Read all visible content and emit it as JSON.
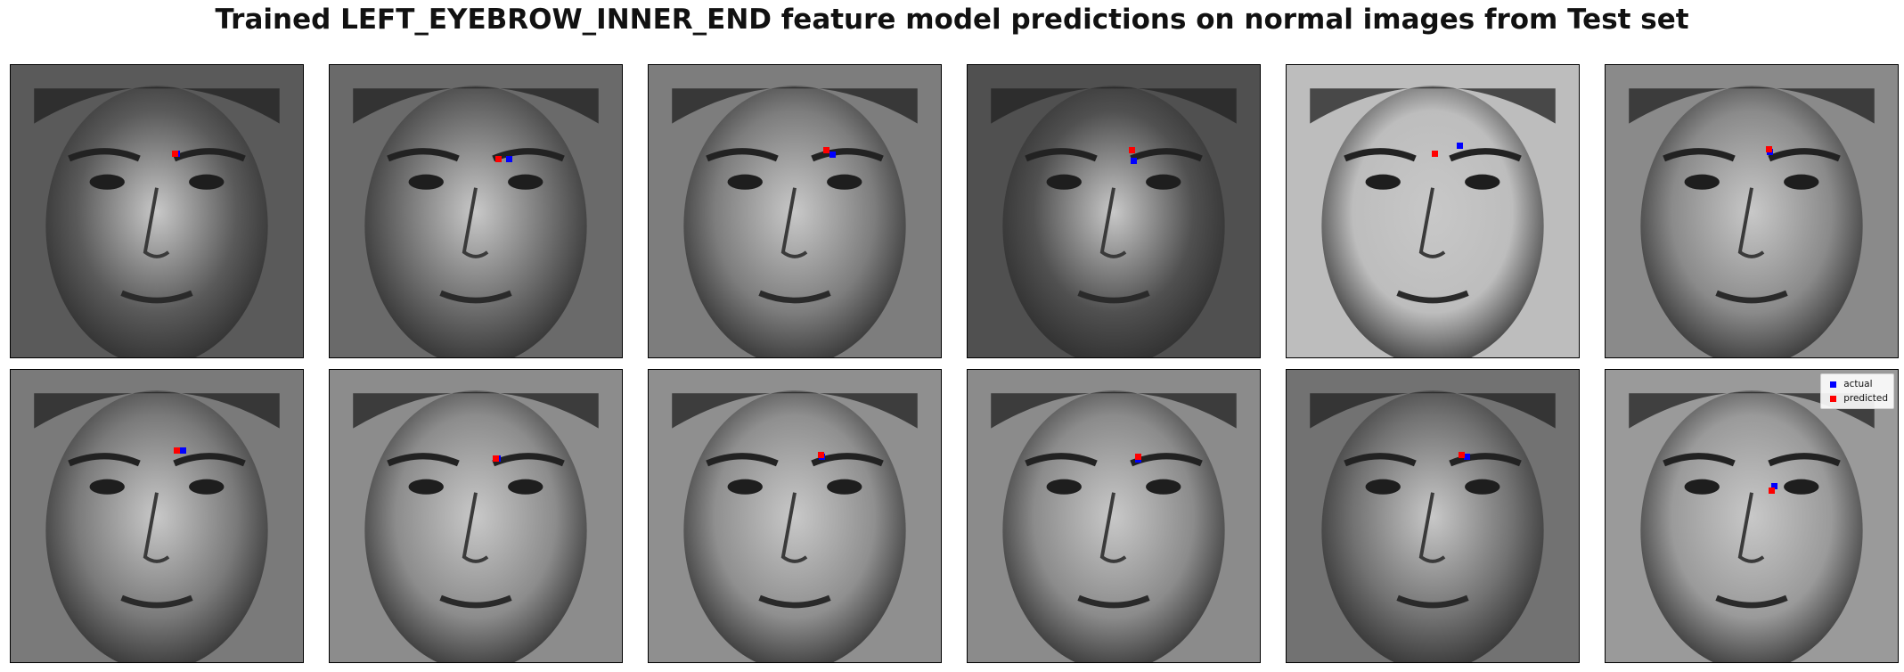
{
  "title": "Trained LEFT_EYEBROW_INNER_END feature model predictions on normal images from Test set",
  "legend": {
    "actual_label": "actual",
    "predicted_label": "predicted",
    "actual_color": "#0000ff",
    "predicted_color": "#ff0000"
  },
  "colors": {
    "actual": "#0000ff",
    "predicted": "#ff0000"
  },
  "panels": [
    {
      "actual": [
        0.565,
        0.3
      ],
      "predicted": [
        0.56,
        0.3
      ],
      "tone": "#5a5a5a"
    },
    {
      "actual": [
        0.61,
        0.32
      ],
      "predicted": [
        0.575,
        0.32
      ],
      "tone": "#6a6a6a"
    },
    {
      "actual": [
        0.625,
        0.305
      ],
      "predicted": [
        0.605,
        0.29
      ],
      "tone": "#7d7d7d"
    },
    {
      "actual": [
        0.565,
        0.325
      ],
      "predicted": [
        0.56,
        0.29
      ],
      "tone": "#505050"
    },
    {
      "actual": [
        0.59,
        0.275
      ],
      "predicted": [
        0.505,
        0.3
      ],
      "tone": "#bdbdbd"
    },
    {
      "actual": [
        0.56,
        0.295
      ],
      "predicted": [
        0.555,
        0.285
      ],
      "tone": "#8a8a8a"
    },
    {
      "actual": [
        0.585,
        0.275
      ],
      "predicted": [
        0.565,
        0.275
      ],
      "tone": "#7a7a7a"
    },
    {
      "actual": [
        0.57,
        0.3
      ],
      "predicted": [
        0.565,
        0.3
      ],
      "tone": "#8c8c8c"
    },
    {
      "actual": [
        0.59,
        0.295
      ],
      "predicted": [
        0.585,
        0.29
      ],
      "tone": "#8f8f8f"
    },
    {
      "actual": [
        0.58,
        0.305
      ],
      "predicted": [
        0.58,
        0.295
      ],
      "tone": "#8b8b8b"
    },
    {
      "actual": [
        0.615,
        0.295
      ],
      "predicted": [
        0.595,
        0.29
      ],
      "tone": "#727272"
    },
    {
      "actual": [
        0.575,
        0.395
      ],
      "predicted": [
        0.565,
        0.41
      ],
      "tone": "#9a9a9a"
    }
  ]
}
